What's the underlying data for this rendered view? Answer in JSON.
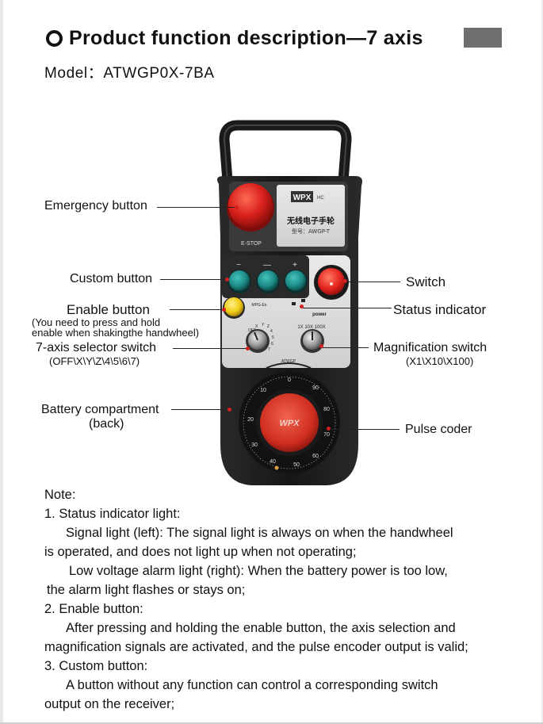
{
  "header": {
    "title": "Product function description—7 axis",
    "model": "Model：ATWGP0X-7BA"
  },
  "device": {
    "estop_text": "E-STOP",
    "brand_logo": "WPX",
    "brand_logo_sup": "HC",
    "cn_title": "无线电子手轮",
    "model_label": "型号：AWGP-T",
    "custom_marks": [
      "~",
      "—",
      "+"
    ],
    "enable_mark": "MPG-En",
    "power_label": "power",
    "mag_ticks": "1X  10X  100X",
    "axis_panel_brand": "ATWGP",
    "axis_ticks": [
      "OFF",
      "X",
      "Y",
      "Z",
      "4",
      "5",
      "6",
      "7"
    ],
    "dial_logo": "WPX",
    "dial_numbers": [
      "0",
      "90",
      "80",
      "70",
      "60",
      "50",
      "40",
      "30",
      "20",
      "10"
    ]
  },
  "callouts": {
    "emergency": "Emergency button",
    "custom": "Custom button",
    "enable": "Enable button",
    "enable_note_1": "(You need to press and hold",
    "enable_note_2": "enable when shakingthe handwheel)",
    "axis_selector": "7-axis selector switch",
    "axis_selector_sub": "(OFF\\X\\Y\\Z\\4\\5\\6\\7)",
    "battery": "Battery compartment",
    "battery_sub": "(back)",
    "switch": "Switch",
    "status": "Status indicator",
    "magnification": "Magnification switch",
    "magnification_sub": "(X1\\X10\\X100)",
    "pulse": "Pulse coder"
  },
  "notes": {
    "heading": "Note:",
    "n1_title": "1. Status indicator light:",
    "n1_a": "Signal light (left): The signal light is always on when the handwheel",
    "n1_b": "is operated, and does not light up when not operating;",
    "n1_c": "Low voltage alarm light (right): When the battery power is too low,",
    "n1_d": "the alarm light flashes or stays on;",
    "n2_title": "2. Enable button:",
    "n2_a": "After pressing and holding the enable button, the axis selection and",
    "n2_b": "magnification signals are activated, and the pulse encoder output is valid;",
    "n3_title": "3. Custom button:",
    "n3_a": "A button without any function can control a corresponding switch",
    "n3_b": "output on the receiver;"
  },
  "colors": {
    "estop_red": "#d8201c",
    "custom_teal": "#1d8a86",
    "enable_yellow": "#f1cc16",
    "switch_red": "#e4251f",
    "leader_dot": "#d32020",
    "body_black": "#1b1b1b"
  }
}
